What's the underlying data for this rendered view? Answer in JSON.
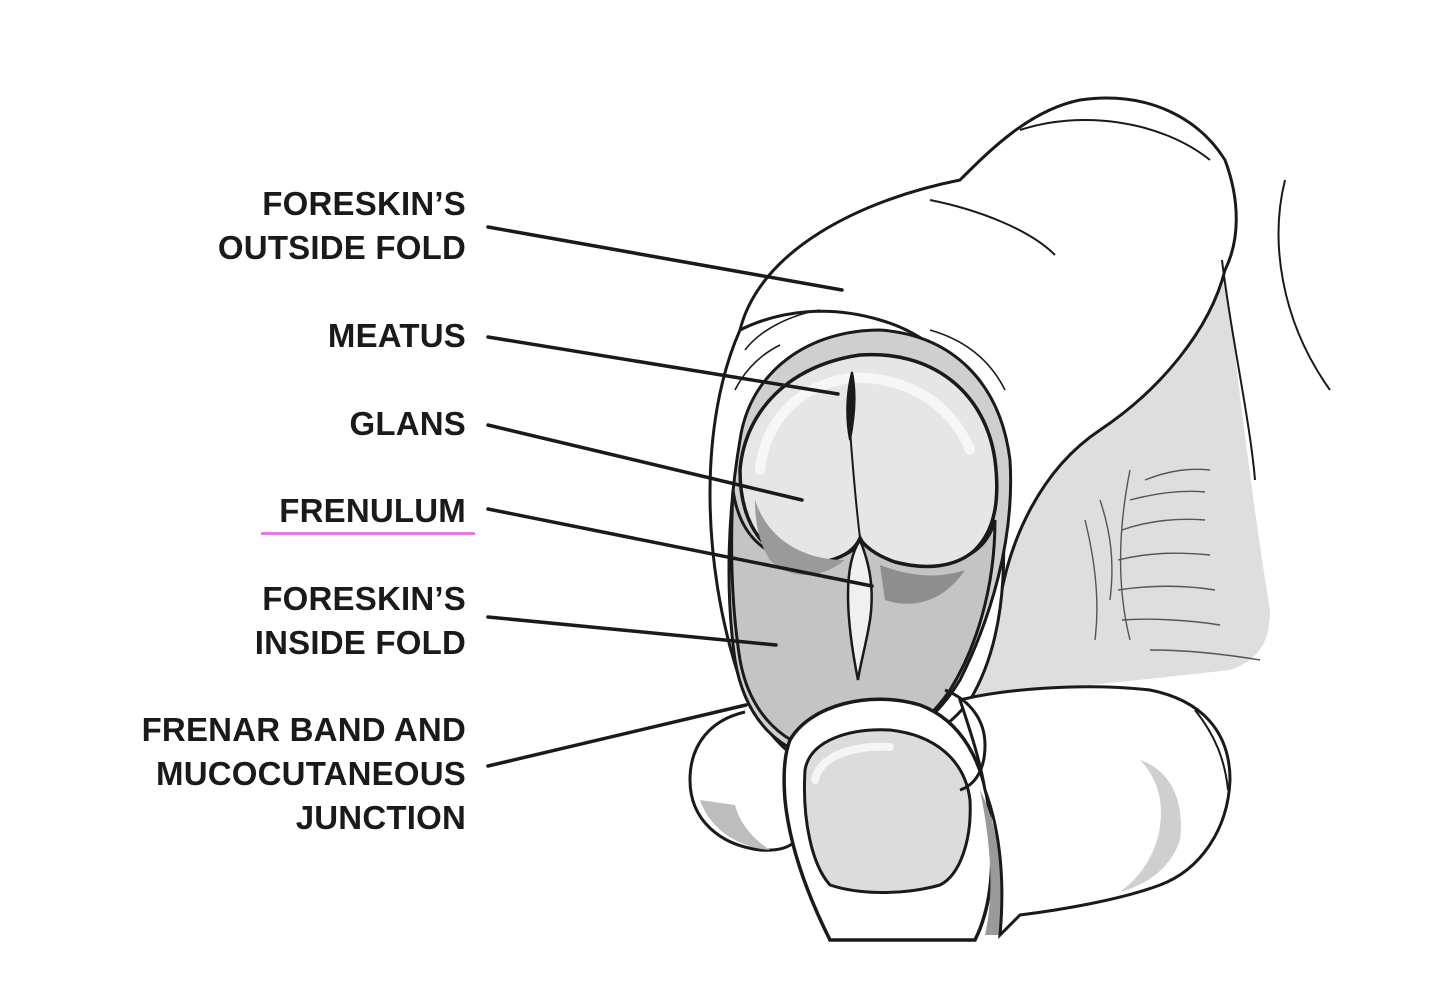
{
  "labels": {
    "outside_fold": [
      "FORESKIN’S",
      "OUTSIDE FOLD"
    ],
    "meatus": [
      "MEATUS"
    ],
    "glans": [
      "GLANS"
    ],
    "frenulum": [
      "FRENULUM"
    ],
    "inside_fold": [
      "FORESKIN’S",
      "INSIDE FOLD"
    ],
    "frenar_band": [
      "FRENAR BAND AND",
      "MUCOCUTANEOUS",
      "JUNCTION"
    ]
  },
  "colors": {
    "ink": "#1a1a1a",
    "shade_light": "#d9d9d9",
    "shade_mid": "#bdbdbd",
    "shade_dark": "#9a9a9a",
    "highlight_underline": "#e87ae8"
  }
}
